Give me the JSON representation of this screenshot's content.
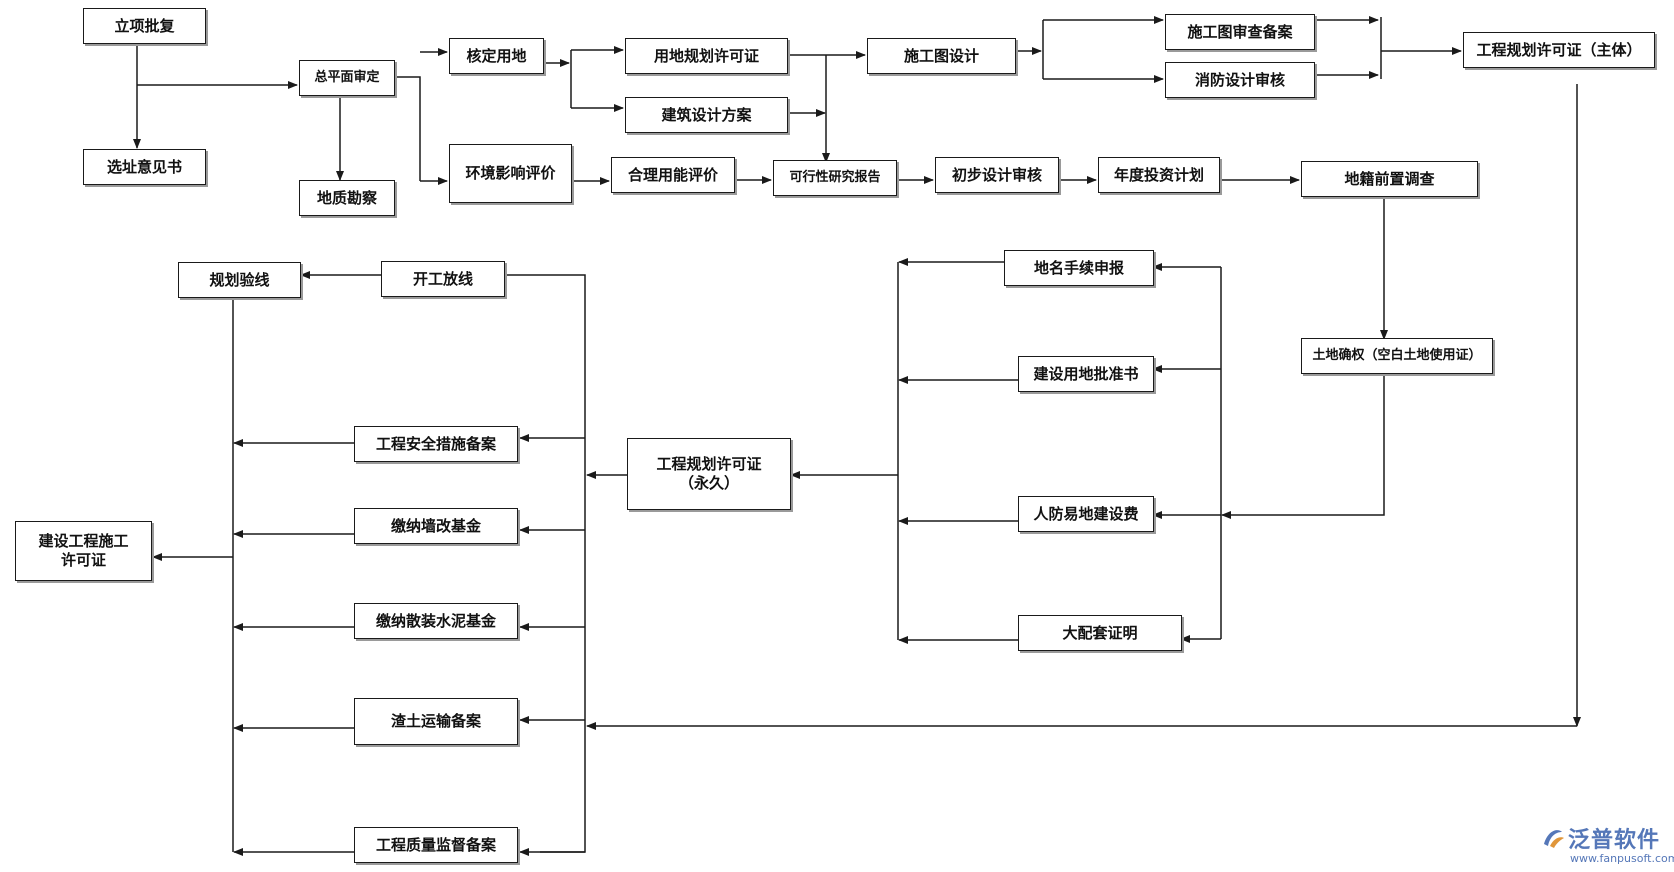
{
  "nodes": {
    "n1": "立项批复",
    "n2": "选址意见书",
    "n3": "总平面审定",
    "n4": "地质勘察",
    "n5": "核定用地",
    "n6": "环境影响评价",
    "n7": "用地规划许可证",
    "n8": "建筑设计方案",
    "n9": "合理用能评价",
    "n10": "可行性研究报告",
    "n11": "施工图设计",
    "n12": "初步设计审核",
    "n13": "年度投资计划",
    "n14": "施工图审查备案",
    "n15": "消防设计审核",
    "n16": "工程规划许可证（主体）",
    "n17": "地籍前置调查",
    "n18": "土地确权（空白土地使用证）",
    "n19": "地名手续申报",
    "n20": "建设用地批准书",
    "n21": "人防易地建设费",
    "n22": "大配套证明",
    "n23": "工程规划许可证\n（永久）",
    "n24": "开工放线",
    "n25": "规划验线",
    "n26": "工程安全措施备案",
    "n27": "缴纳墙改基金",
    "n28": "缴纳散装水泥基金",
    "n29": "渣土运输备案",
    "n30": "工程质量监督备案",
    "n31": "建设工程施工\n许可证"
  },
  "watermark": {
    "brand": "泛普软件",
    "url": "www.fanpusoft.com",
    "logo_icon": "fanpu-logo-icon"
  },
  "colors": {
    "line": "#1a1a1a",
    "watermark": "#5577b8"
  }
}
